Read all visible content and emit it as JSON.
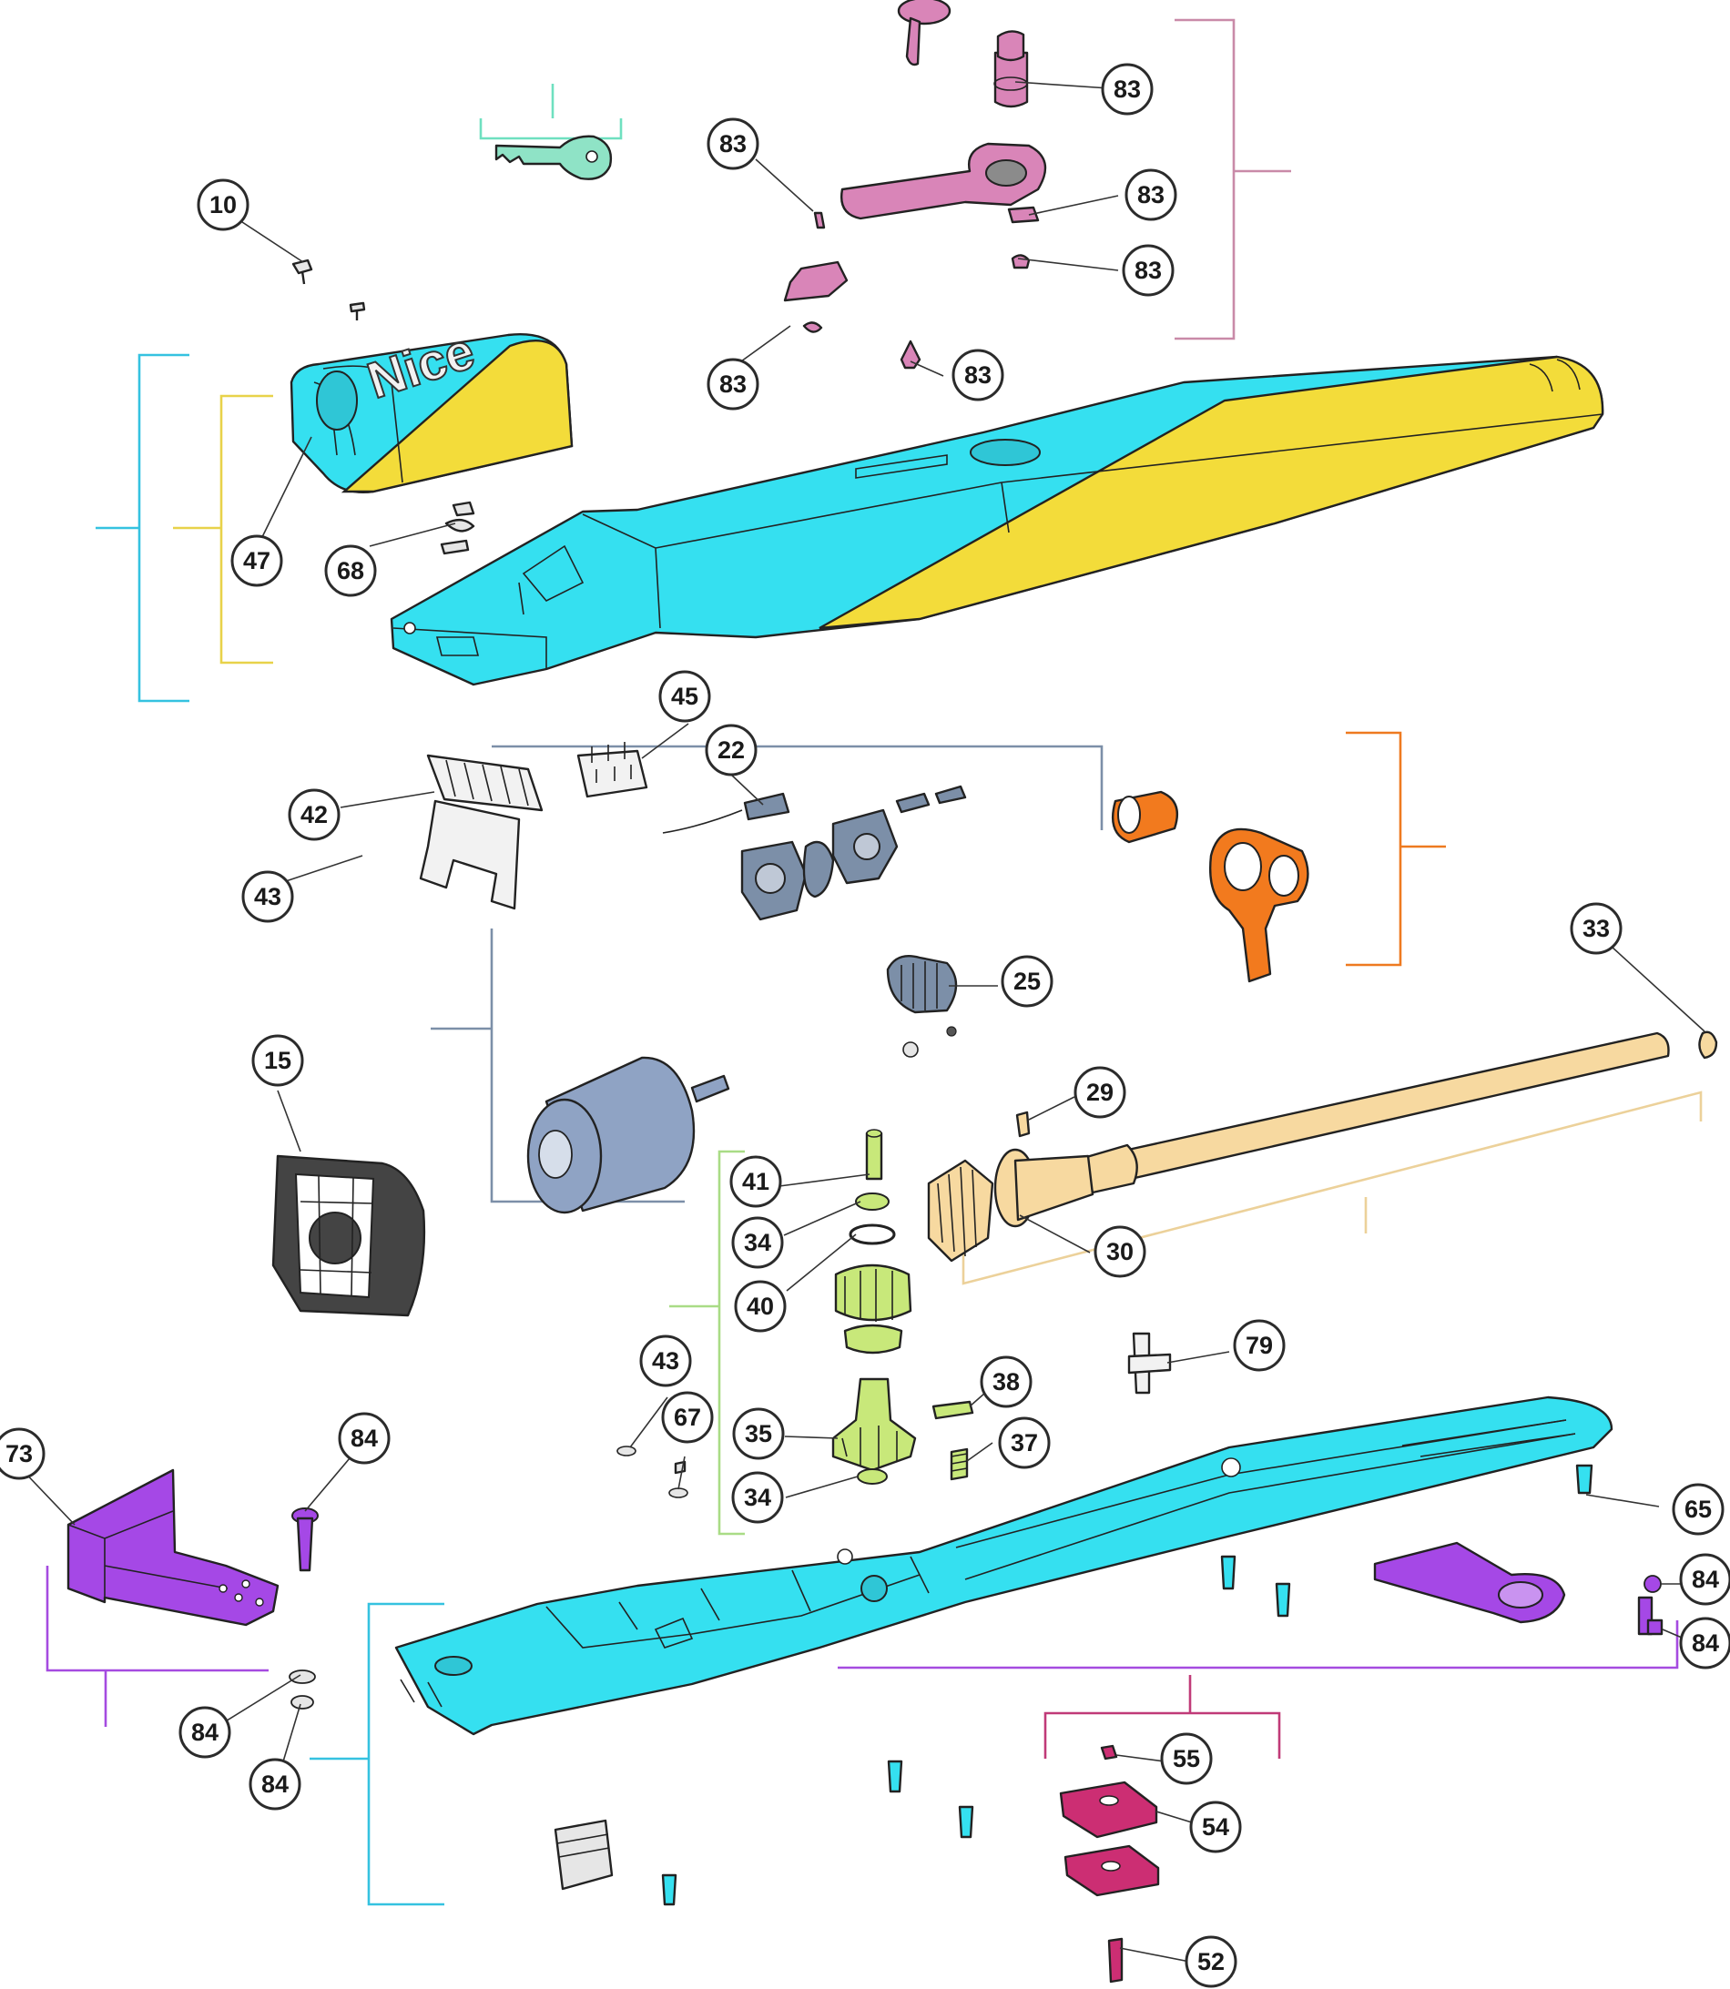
{
  "brand_logo": "Nice",
  "colors": {
    "cover": "#35e0f0",
    "cover_accent": "#f3dc3a",
    "key": "#8fe3c6",
    "release_lever": "#d985b8",
    "encoder_bracket": "#f27a1e",
    "screw_shaft": "#f7d9a0",
    "gear_group": "#c8e87a",
    "bracket_purple": "#a548e6",
    "clamp_magenta": "#cc2e73",
    "motor": "#8fa3c4",
    "group_line_cyan": "#35c2e0",
    "group_line_yellow": "#e8d24a",
    "group_line_pink": "#c98aa8",
    "group_line_orange": "#ee7a20",
    "group_line_slate": "#7c8fa8",
    "group_line_mint": "#6fe0c0",
    "group_line_tan": "#ecd19a",
    "group_line_green": "#a9dc86",
    "group_line_purple": "#a54be0",
    "group_line_magenta": "#c03a78"
  },
  "callouts": [
    {
      "id": "c10",
      "label": "10"
    },
    {
      "id": "c83a",
      "label": "83"
    },
    {
      "id": "c83b",
      "label": "83"
    },
    {
      "id": "c83c",
      "label": "83"
    },
    {
      "id": "c83d",
      "label": "83"
    },
    {
      "id": "c83e",
      "label": "83"
    },
    {
      "id": "c83f",
      "label": "83"
    },
    {
      "id": "c47",
      "label": "47"
    },
    {
      "id": "c68",
      "label": "68"
    },
    {
      "id": "c45",
      "label": "45"
    },
    {
      "id": "c22",
      "label": "22"
    },
    {
      "id": "c42",
      "label": "42"
    },
    {
      "id": "c43a",
      "label": "43"
    },
    {
      "id": "c33",
      "label": "33"
    },
    {
      "id": "c25",
      "label": "25"
    },
    {
      "id": "c15",
      "label": "15"
    },
    {
      "id": "c29",
      "label": "29"
    },
    {
      "id": "c41",
      "label": "41"
    },
    {
      "id": "c34a",
      "label": "34"
    },
    {
      "id": "c30",
      "label": "30"
    },
    {
      "id": "c40",
      "label": "40"
    },
    {
      "id": "c79",
      "label": "79"
    },
    {
      "id": "c43b",
      "label": "43"
    },
    {
      "id": "c38",
      "label": "38"
    },
    {
      "id": "c67",
      "label": "67"
    },
    {
      "id": "c35",
      "label": "35"
    },
    {
      "id": "c37",
      "label": "37"
    },
    {
      "id": "c34b",
      "label": "34"
    },
    {
      "id": "c73",
      "label": "73"
    },
    {
      "id": "c84a",
      "label": "84"
    },
    {
      "id": "c65",
      "label": "65"
    },
    {
      "id": "c84b",
      "label": "84"
    },
    {
      "id": "c84c",
      "label": "84"
    },
    {
      "id": "c84d",
      "label": "84"
    },
    {
      "id": "c84e",
      "label": "84"
    },
    {
      "id": "c55",
      "label": "55"
    },
    {
      "id": "c54",
      "label": "54"
    },
    {
      "id": "c52",
      "label": "52"
    }
  ]
}
